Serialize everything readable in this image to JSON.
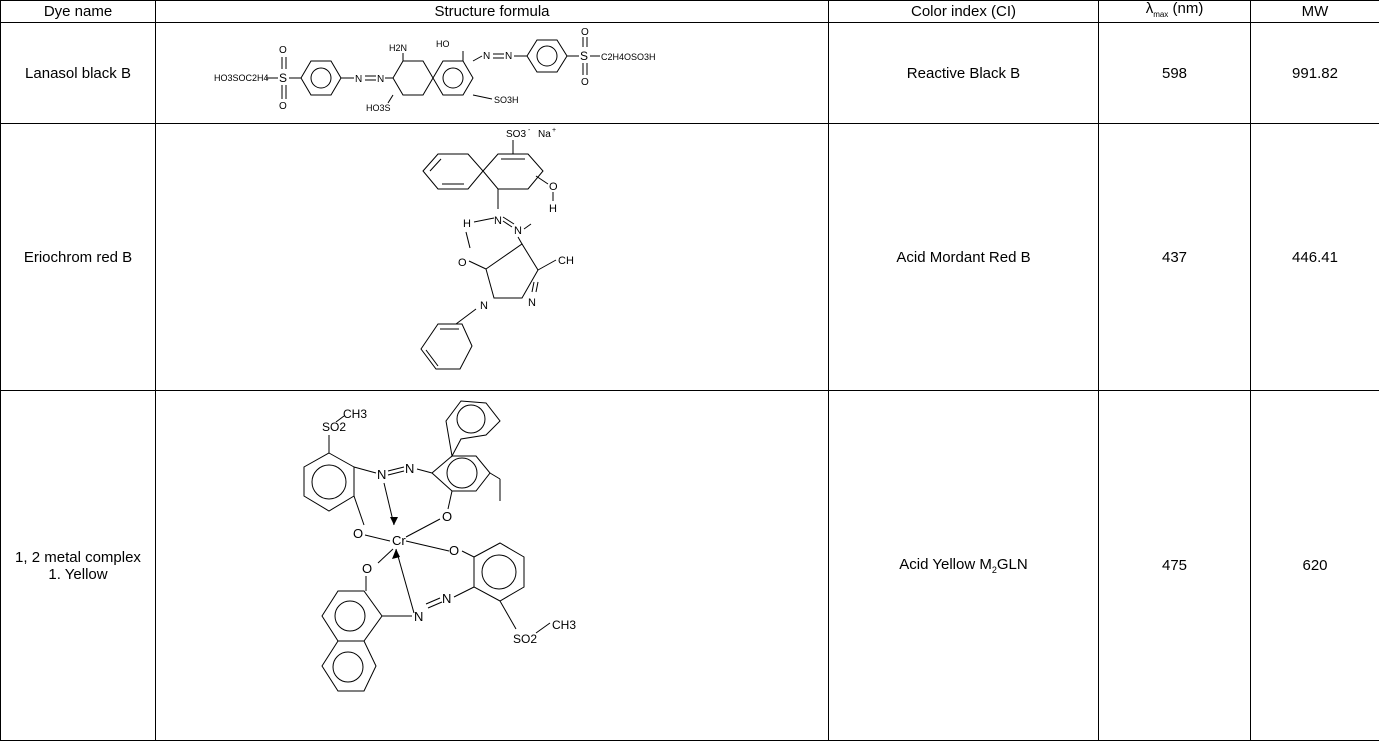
{
  "columns": {
    "dye_name": "Dye  name",
    "structure": "Structure formula",
    "color_index": "Color index (CI)",
    "lambda_symbol": "λ",
    "lambda_sub": "max",
    "lambda_unit": " (nm)",
    "mw": "MW"
  },
  "rows": [
    {
      "name": "Lanasol black B",
      "ci": "Reactive Black B",
      "lambda": "598",
      "mw": "991.82",
      "labels": {
        "left_group": "HO3SOC2H4",
        "s_left": "S",
        "o_top_left": "O",
        "o_bot_left": "O",
        "n1": "N",
        "n2": "N",
        "h2n": "H2N",
        "ho": "HO",
        "ho3s": "HO3S",
        "so3h": "SO3H",
        "n3": "N",
        "n4": "N",
        "s_right": "S",
        "o_top_right": "O",
        "o_bot_right": "O",
        "right_group": "C2H4OSO3H"
      }
    },
    {
      "name": "Eriochrom red B",
      "ci": "Acid Mordant Red B",
      "lambda": "437",
      "mw": "446.41",
      "labels": {
        "so3": "SO3",
        "so3_charge": "-",
        "na": "Na",
        "na_charge": "+",
        "o1": "O",
        "h1": "H",
        "h2": "H",
        "n1": "N",
        "n2": "N",
        "o2": "O",
        "ch": "CH",
        "n3": "N",
        "n4": "N"
      }
    },
    {
      "name_line1": "1, 2 metal complex",
      "name_line2": "1. Yellow",
      "ci_main": "Acid Yellow M",
      "ci_sub": "2",
      "ci_tail": "GLN",
      "lambda": "475",
      "mw": "620",
      "labels": {
        "so2_top": "SO2",
        "ch3_top": "CH3",
        "n1": "N",
        "n2": "N",
        "o1": "O",
        "o2": "O",
        "cr": "Cr",
        "o3": "O",
        "o4": "O",
        "n3": "N",
        "n4": "N",
        "so2_bot": "SO2",
        "ch3_bot": "CH3"
      }
    }
  ]
}
